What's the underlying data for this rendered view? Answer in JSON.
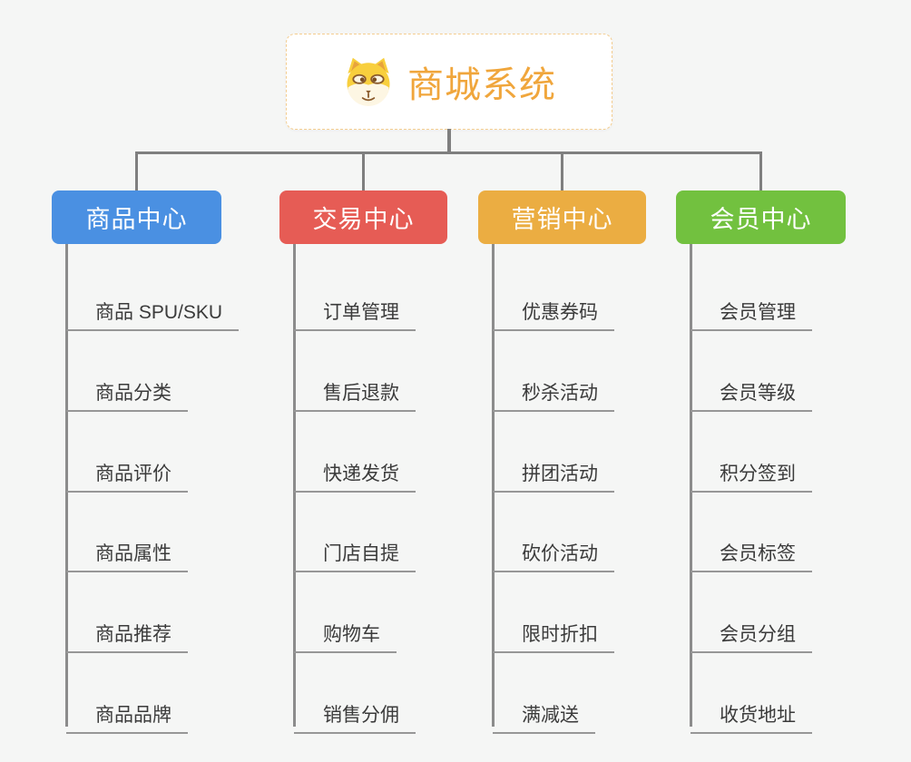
{
  "root": {
    "title": "商城系统",
    "icon": "shiba-dog-icon"
  },
  "branches": [
    {
      "label": "商品中心",
      "color": "#4A90E2",
      "children": [
        "商品 SPU/SKU",
        "商品分类",
        "商品评价",
        "商品属性",
        "商品推荐",
        "商品品牌"
      ]
    },
    {
      "label": "交易中心",
      "color": "#E65C55",
      "children": [
        "订单管理",
        "售后退款",
        "快递发货",
        "门店自提",
        "购物车",
        "销售分佣"
      ]
    },
    {
      "label": "营销中心",
      "color": "#EBAD42",
      "children": [
        "优惠券码",
        "秒杀活动",
        "拼团活动",
        "砍价活动",
        "限时折扣",
        "满减送"
      ]
    },
    {
      "label": "会员中心",
      "color": "#72C13F",
      "children": [
        "会员管理",
        "会员等级",
        "积分签到",
        "会员标签",
        "会员分组",
        "收货地址"
      ]
    }
  ],
  "colors": {
    "root_text": "#F0A63C",
    "root_border": "#F4CD8F",
    "connector": "#7F7F7F",
    "underline": "#979797",
    "child_text": "#3B3B3B",
    "background": "#F5F6F5"
  }
}
